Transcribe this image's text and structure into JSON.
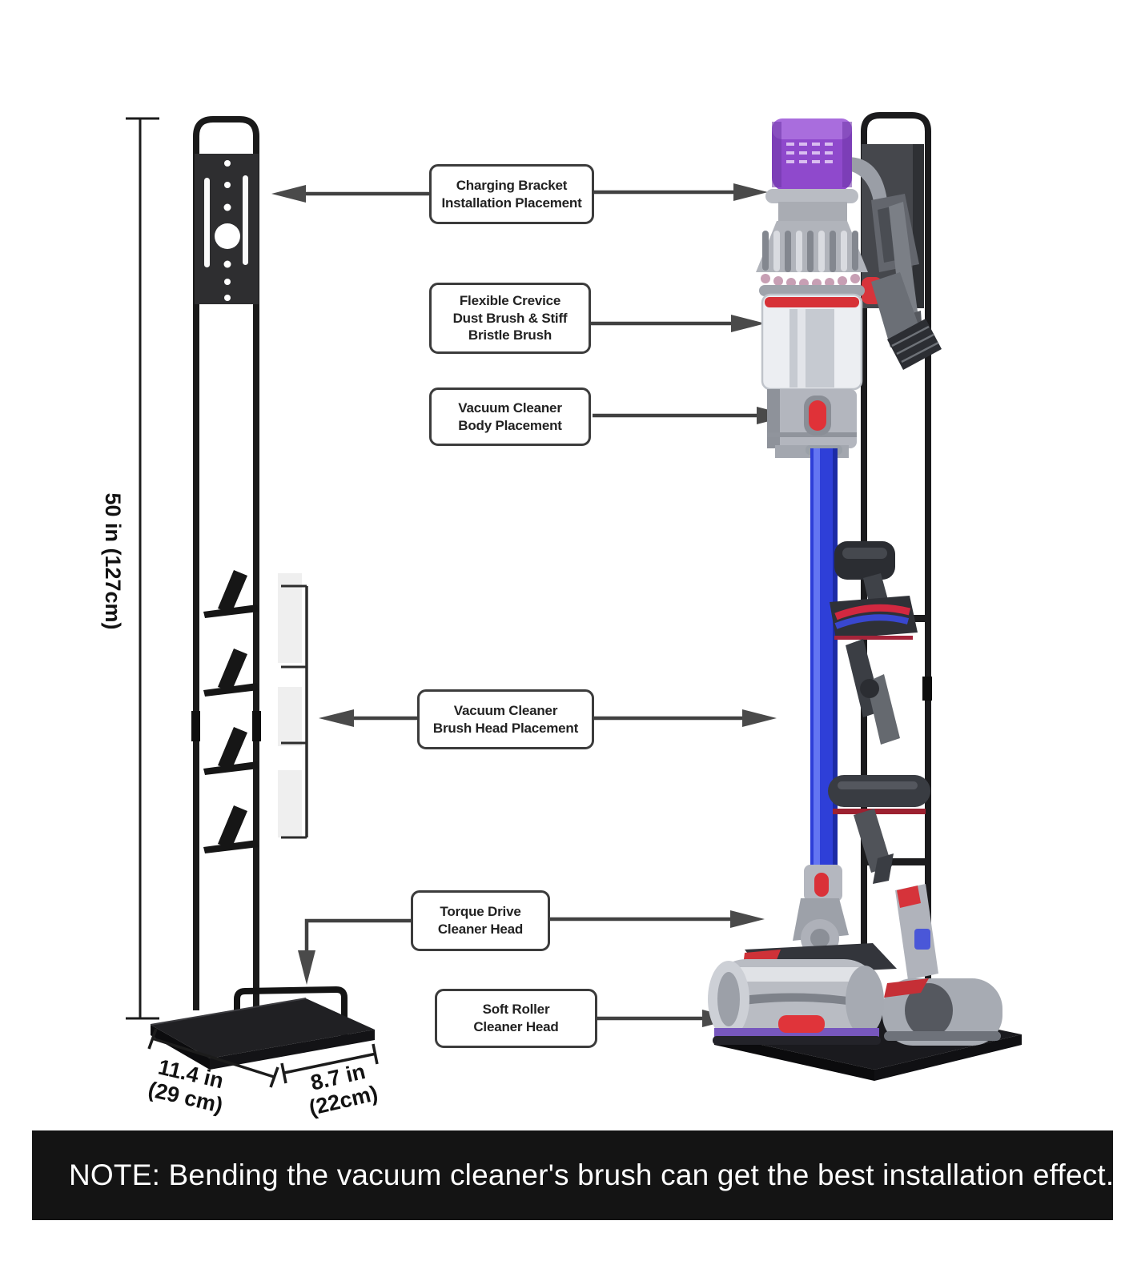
{
  "callouts": {
    "charging_bracket": "Charging Bracket\nInstallation Placement",
    "flexible_crevice": "Flexible Crevice\nDust Brush & Stiff\nBristle Brush",
    "body_placement": "Vacuum Cleaner\nBody Placement",
    "brush_head_placement": "Vacuum Cleaner\nBrush Head Placement",
    "torque_drive": "Torque Drive\nCleaner Head",
    "soft_roller": "Soft Roller\nCleaner Head"
  },
  "dimensions": {
    "height": "50 in (127cm)",
    "base_depth": "11.4 in\n(29 cm)",
    "base_width": "8.7 in\n(22cm)"
  },
  "note": {
    "text": "NOTE: Bending the vacuum cleaner's brush can get the best installation effect."
  },
  "colors": {
    "background": "#ffffff",
    "stand_black": "#1a1a1a",
    "label_border": "#3c3c3c",
    "arrow_gray": "#414141",
    "bin_purple": "#8f49cc",
    "wand_blue": "#2e3fd8",
    "accent_red": "#da3138",
    "note_bar_bg": "#141414",
    "note_text": "#ffffff"
  }
}
